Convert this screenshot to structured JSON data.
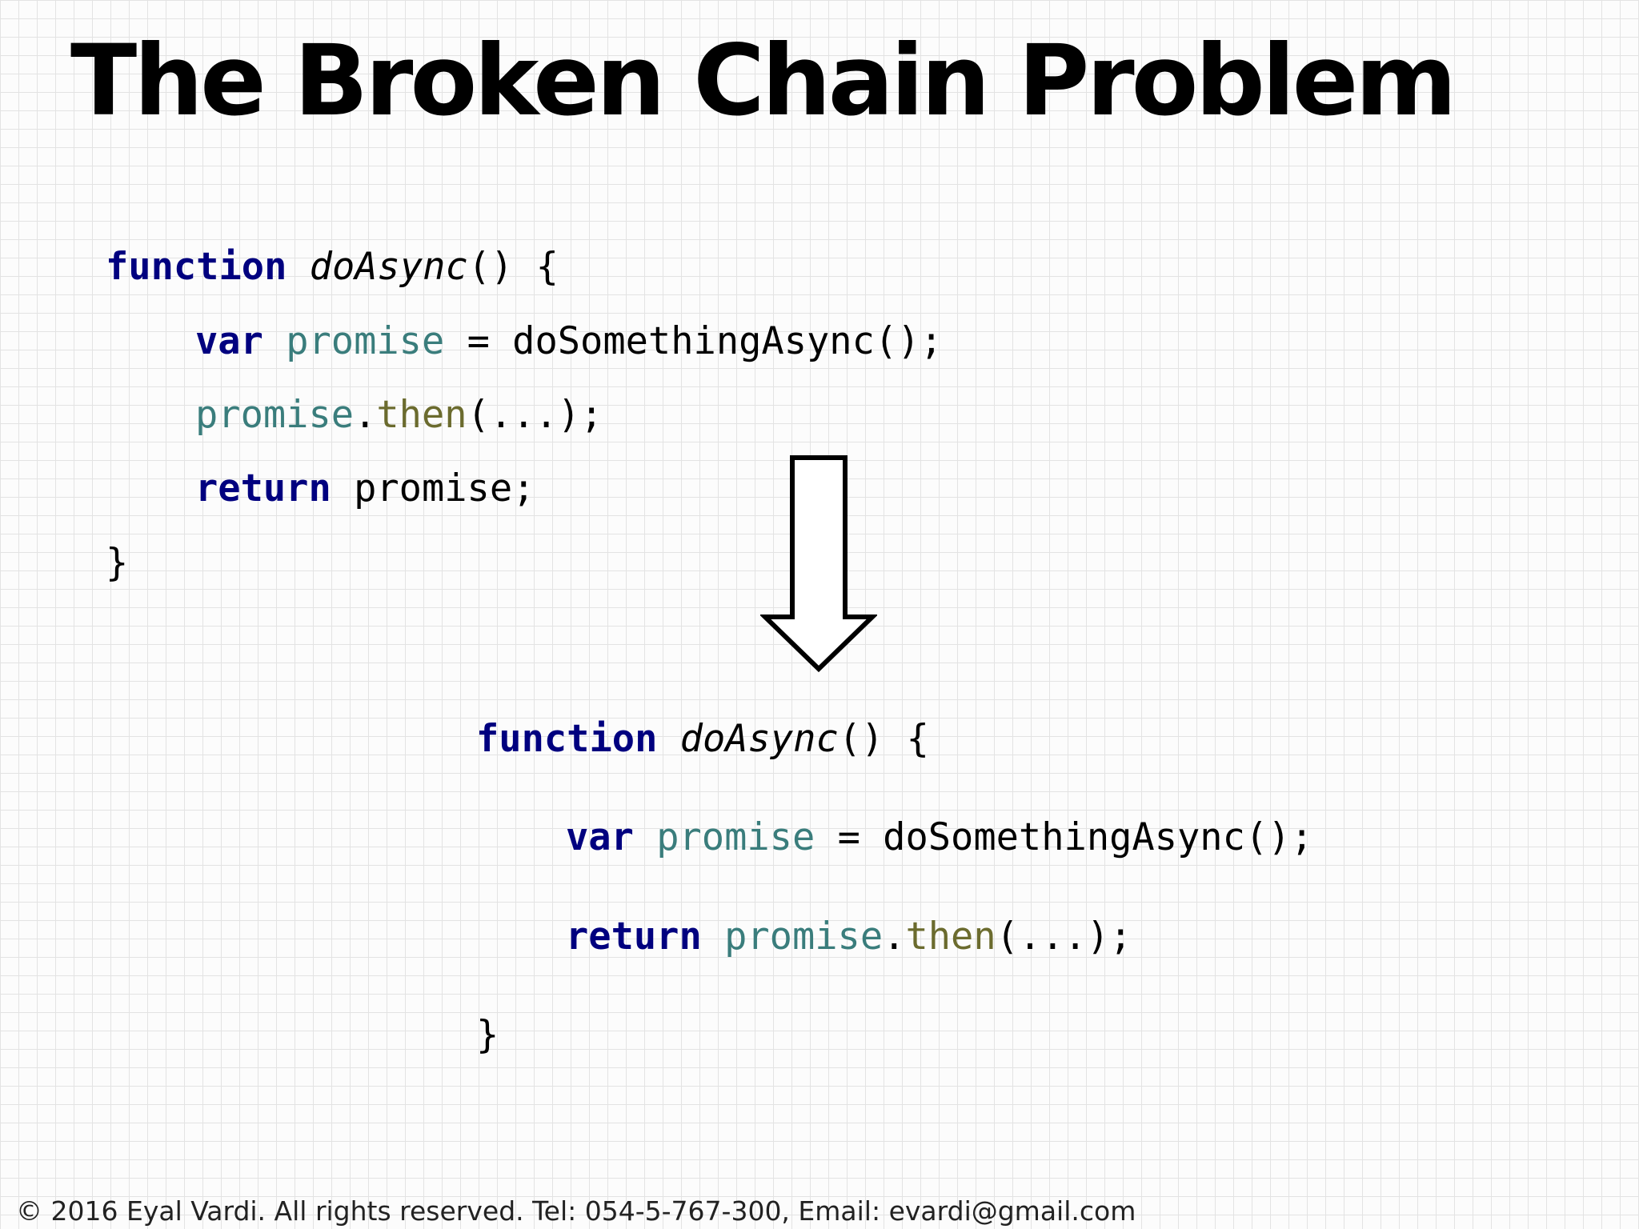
{
  "slide": {
    "title": "The Broken Chain Problem",
    "footer": "© 2016 Eyal Vardi. All rights reserved. Tel: 054-5-767-300, Email: evardi@gmail.com"
  },
  "code_before": {
    "line1": {
      "keyword": "function",
      "name": "doAsync",
      "rest": "() {"
    },
    "line2": {
      "keyword": "var",
      "variable": "promise",
      "rest": "= doSomethingAsync();"
    },
    "line3": {
      "variable": "promise",
      "dot": ".",
      "method": "then",
      "rest": "(...);"
    },
    "line4": {
      "keyword": "return",
      "rest": "promise;"
    },
    "line5": {
      "rest": "}"
    }
  },
  "code_after": {
    "line1": {
      "keyword": "function",
      "name": "doAsync",
      "rest": "() {"
    },
    "line2": {
      "keyword": "var",
      "variable": "promise",
      "rest": "= doSomethingAsync();"
    },
    "line3": {
      "keyword": "return",
      "variable": "promise",
      "dot": ".",
      "method": "then",
      "rest": "(...);"
    },
    "line4": {
      "rest": "}"
    }
  },
  "icons": {
    "arrow": "down-arrow-icon"
  }
}
